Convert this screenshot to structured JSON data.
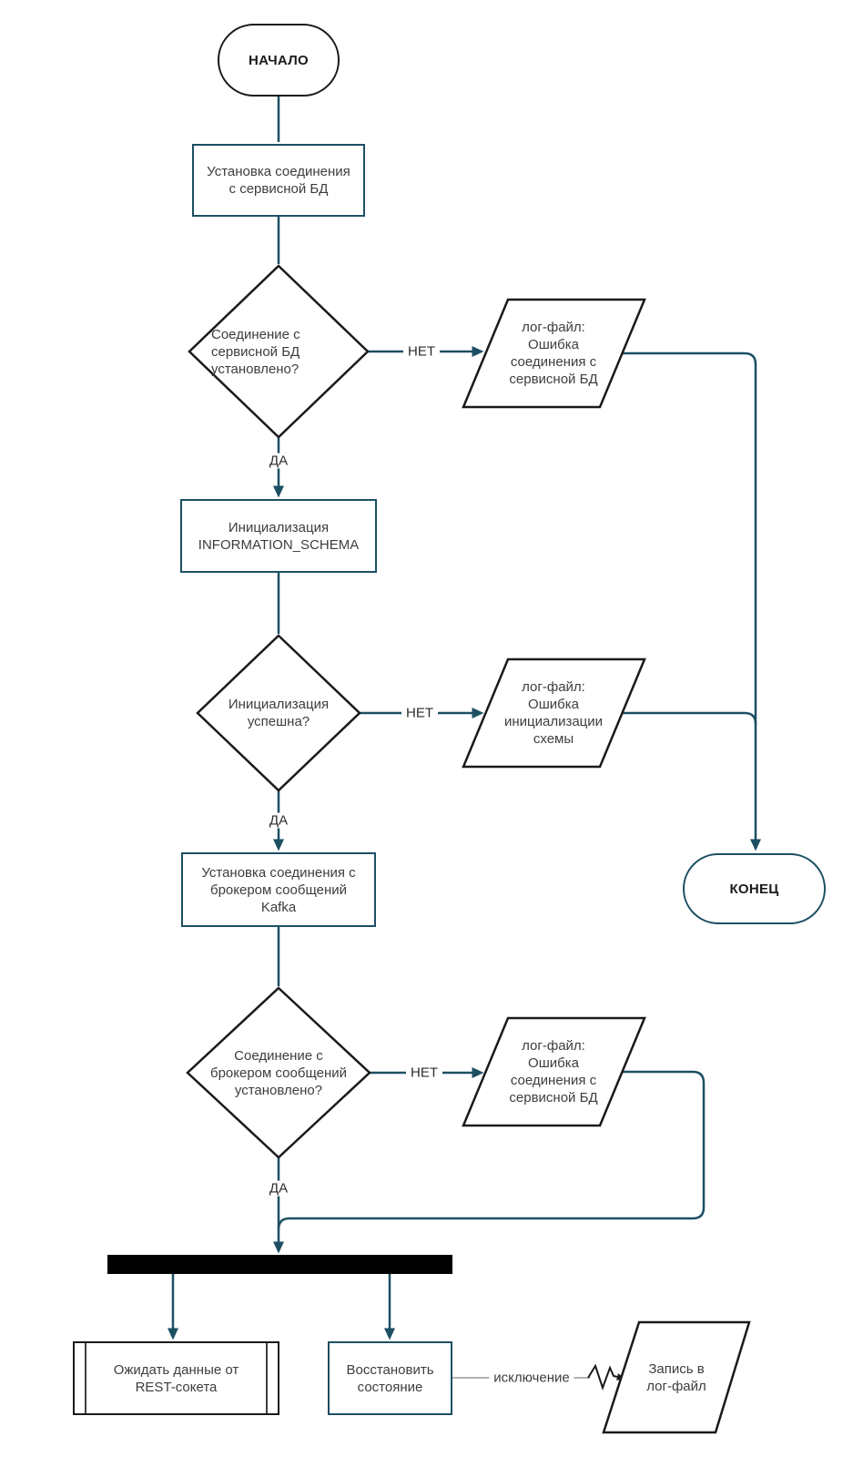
{
  "labels": {
    "yes": "ДА",
    "no": "НЕТ",
    "exception": "исключение"
  },
  "nodes": {
    "start": "НАЧАЛО",
    "connect_db": "Установка соединения\nс сервисной БД",
    "db_connected_q": "Соединение с\nсервисной БД\nустановлено?",
    "log_db_error": "лог-файл:\nОшибка\nсоединения с\nсервисной БД",
    "init_schema": "Инициализация\nINFORMATION_SCHEMA",
    "init_ok_q": "Инициализация\nуспешна?",
    "log_init_error": "лог-файл:\nОшибка\nинициализации\nсхемы",
    "connect_kafka": "Установка соединения с\nброкером сообщений\nKafka",
    "kafka_connected_q": "Соединение с\nброкером сообщений\nустановлено?",
    "log_kafka_error": "лог-файл:\nОшибка\nсоединения с\nсервисной БД",
    "end": "КОНЕЦ",
    "wait_rest": "Ожидать данные от\nREST-сокета",
    "restore_state": "Восстановить\nсостояние",
    "write_log": "Запись в\nлог-файл"
  },
  "colors": {
    "connector": "#1d4f63",
    "shape_outline": "#1a1a1a",
    "process_outline": "#1d4f63",
    "exception_line": "#999999",
    "fork_bar": "#000000",
    "text": "#3d3d3d"
  }
}
